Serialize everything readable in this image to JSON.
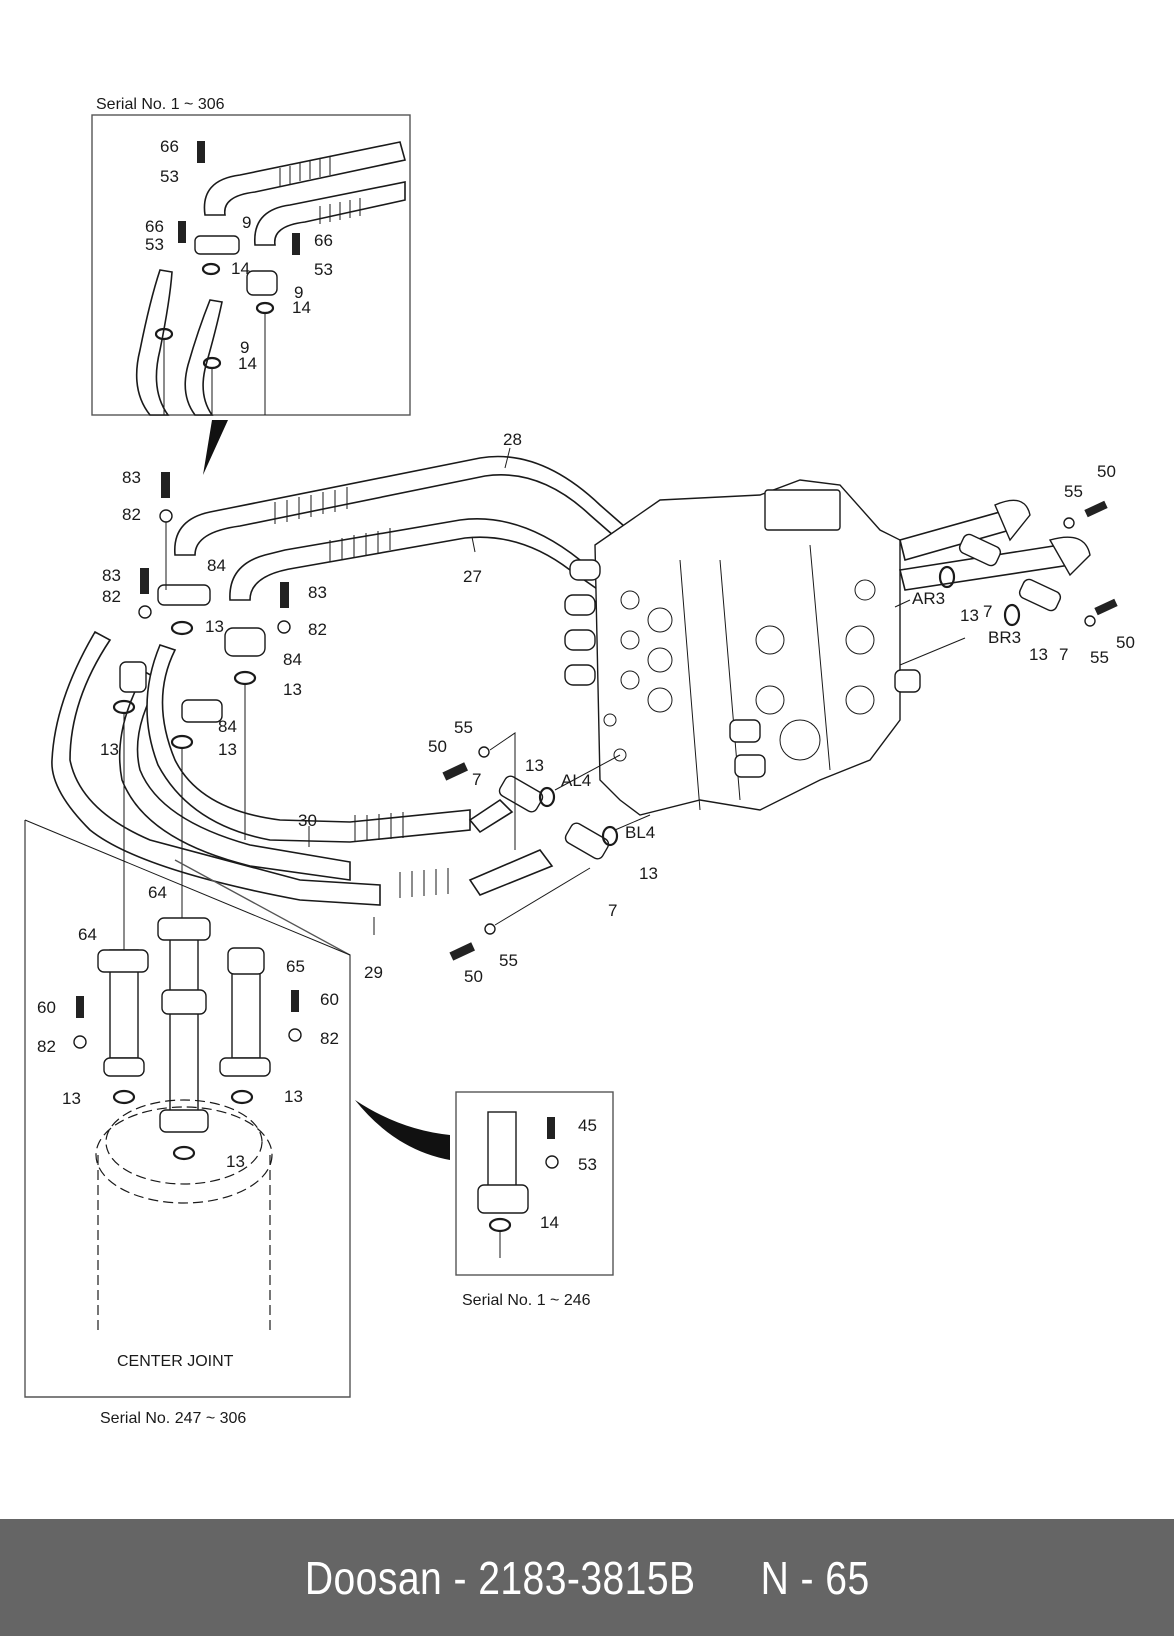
{
  "diagram": {
    "title_footer": {
      "brand": "Doosan",
      "separator": "-",
      "part_number": "2183-3815B",
      "page_section": "N",
      "page_number": "65"
    },
    "insets": {
      "top_left": {
        "caption": "Serial No. 1 ~ 306"
      },
      "center_joint": {
        "caption": "Serial No. 247 ~ 306",
        "body_label": "CENTER JOINT"
      },
      "small_right": {
        "caption": "Serial No. 1 ~ 246"
      }
    },
    "callouts": {
      "inset_top": [
        "66",
        "53",
        "66",
        "53",
        "9",
        "66",
        "53",
        "14",
        "9",
        "14",
        "9",
        "14"
      ],
      "main_left": [
        "83",
        "82",
        "84",
        "83",
        "82",
        "13",
        "83",
        "82",
        "84",
        "13",
        "84",
        "13",
        "13"
      ],
      "hoses": [
        "28",
        "27",
        "30",
        "29"
      ],
      "valve_left": [
        "55",
        "50",
        "7",
        "13",
        "AL4",
        "BL4",
        "13",
        "7",
        "55",
        "50"
      ],
      "valve_right": [
        "50",
        "55",
        "AR3",
        "13",
        "7",
        "BR3",
        "13",
        "7",
        "55",
        "50"
      ],
      "center_joint": [
        "64",
        "64",
        "65",
        "60",
        "82",
        "60",
        "82",
        "13",
        "13",
        "13"
      ],
      "small_inset": [
        "45",
        "53",
        "14"
      ]
    },
    "colors": {
      "footer_bg": "#656565",
      "footer_text": "#ffffff",
      "line": "#1a1a1a",
      "background": "#ffffff"
    }
  }
}
